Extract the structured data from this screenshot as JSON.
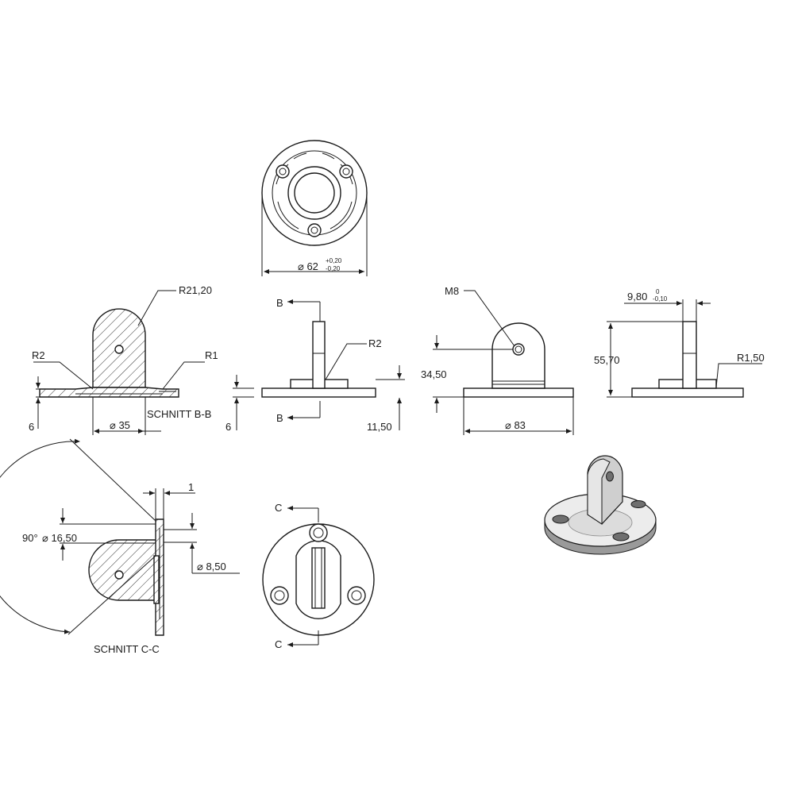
{
  "dimensions": {
    "top_diameter": "⌀ 62",
    "top_tol_upper": "+0,20",
    "top_tol_lower": "-0,20",
    "b_radius_top": "R21,20",
    "b_radius_left": "R2",
    "b_radius_right": "R1",
    "b_height": "6",
    "b_diameter": "⌀ 35",
    "front_radius": "R2",
    "front_height": "6",
    "front_offset": "11,50",
    "side_thread": "M8",
    "side_height": "34,50",
    "side_diameter": "⌀ 83",
    "right_width": "9,80",
    "right_tol_upper": "0",
    "right_tol_lower": "-0,10",
    "right_height": "55,70",
    "right_radius": "R1,50",
    "c_gap": "1",
    "c_angle": "90°",
    "c_diameter_large": "⌀ 16,50",
    "c_diameter_small": "⌀ 8,50"
  },
  "section_labels": {
    "b_top": "B",
    "b_bottom": "B",
    "c_top": "C",
    "c_bottom": "C",
    "schnitt_b": "SCHNITT B-B",
    "schnitt_c": "SCHNITT C-C"
  },
  "colors": {
    "line": "#1a1a1a",
    "iso_light": "#ececec",
    "iso_mid": "#cfcfcf",
    "iso_dark": "#9a9a9a"
  }
}
